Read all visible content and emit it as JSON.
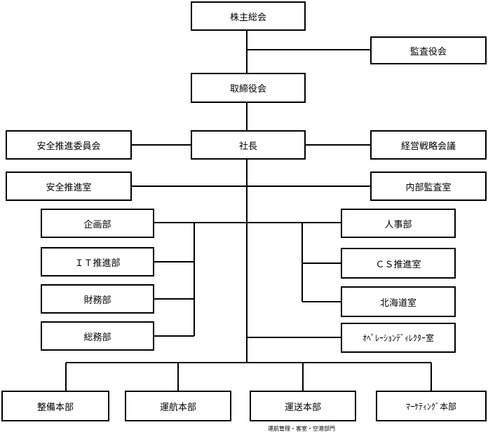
{
  "boxes": {
    "shareholders": "株主総会",
    "auditors": "監査役会",
    "board": "取締役会",
    "safety_committee": "安全推進委員会",
    "president": "社長",
    "strategy_council": "経営戦略会議",
    "safety_office": "安全推進室",
    "internal_audit": "内部監査室",
    "planning": "企画部",
    "it": "ＩＴ推進部",
    "finance": "財務部",
    "general_affairs": "総務部",
    "hr": "人事部",
    "cs": "ＣＳ推進室",
    "hokkaido": "北海道室",
    "operations_director": "ｵﾍﾟﾚｰｼｮﾝﾃﾞｨﾚｸﾀｰ室",
    "maintenance": "整備本部",
    "flight_ops": "運航本部",
    "transport": "運送本部",
    "marketing": "ﾏｰｹﾃｨﾝｸﾞ本部"
  },
  "notes": {
    "transport_sub": "運航管理・客室・空港部門"
  }
}
